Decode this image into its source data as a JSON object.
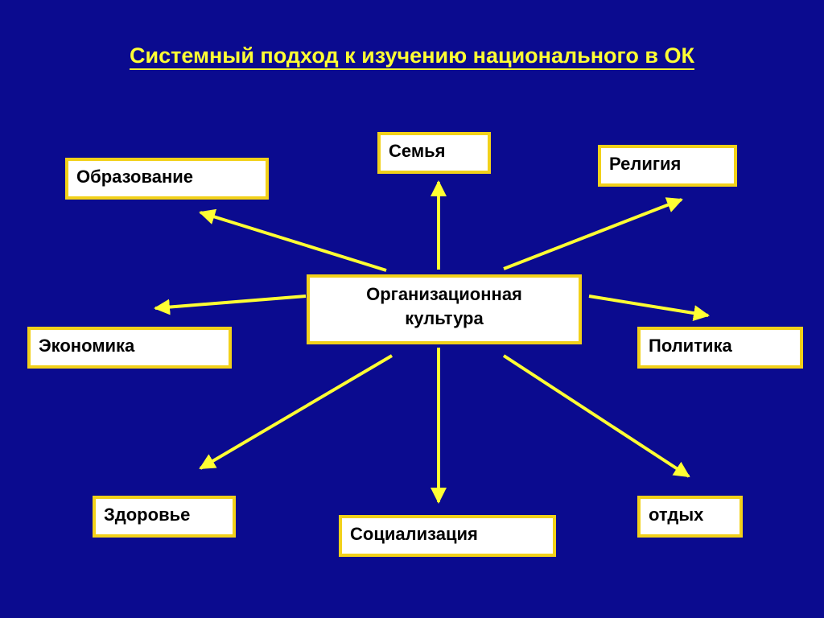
{
  "title": "Системный подход к изучению национального в ОК",
  "center": {
    "line1": "Организационная",
    "line2": "культура"
  },
  "nodes": {
    "family": "Семья",
    "education": "Образование",
    "religion": "Религия",
    "economy": "Экономика",
    "politics": "Политика",
    "health": "Здоровье",
    "socialization": "Социализация",
    "leisure": "отдых"
  },
  "colors": {
    "background": "#0b0b8f",
    "accent": "#ffff33",
    "box_border": "#f2d11a",
    "box_fill": "#ffffff"
  }
}
